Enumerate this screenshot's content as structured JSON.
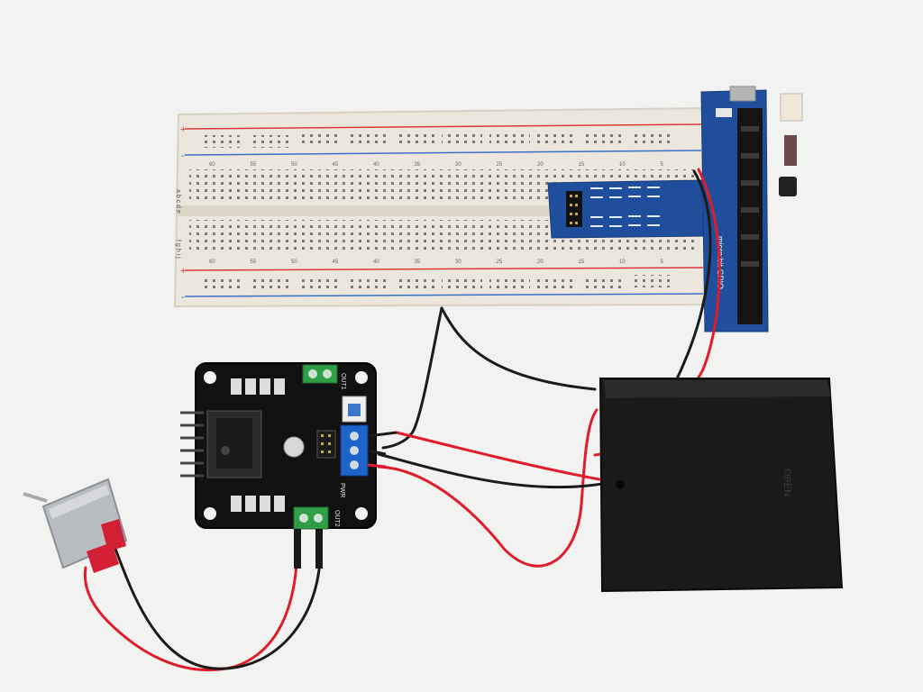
{
  "scene": {
    "background": "#f2f2f0",
    "colors": {
      "breadboard": "#ebe7dc",
      "breadboard_rail_red": "#d9363e",
      "breadboard_rail_blue": "#3a6fc4",
      "adapter_board": "#1f4f9c",
      "driver_board": "#111111",
      "terminal_green": "#2f9e46",
      "terminal_blue": "#1d63c9",
      "battery_case": "#1a1a1a",
      "motor_body": "#b9bcc1",
      "motor_cap": "#d21f33",
      "wire_red": "#e01b2a",
      "wire_black": "#1b1b1b"
    }
  },
  "breadboard": {
    "top_numbers": [
      "60",
      "55",
      "50",
      "45",
      "40",
      "35",
      "30",
      "25",
      "20",
      "15",
      "10",
      "5"
    ],
    "bottom_numbers": [
      "60",
      "55",
      "50",
      "45",
      "40",
      "35",
      "30",
      "25",
      "20",
      "15",
      "10",
      "5"
    ],
    "row_letters_top": "a b c d e",
    "row_letters_bottom": "f g h i j",
    "rail_plus": "+",
    "rail_minus": "-"
  },
  "adapter": {
    "label": "micro:bit GPIO"
  },
  "driver": {
    "out1_label": "OUT1",
    "out2_label": "OUT2",
    "pwr_label": "PWR"
  },
  "battery": {
    "label": "OPEN"
  }
}
